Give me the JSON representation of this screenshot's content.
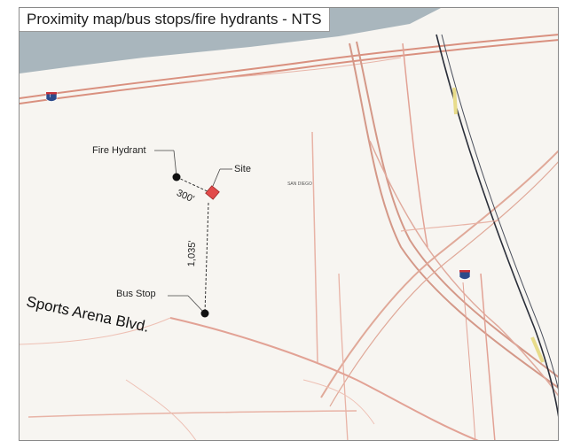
{
  "map": {
    "title": "Proximity map/bus stops/fire hydrants - NTS",
    "markers": {
      "hydrant_label": "Fire Hydrant",
      "site_label": "Site",
      "bus_stop_label": "Bus Stop"
    },
    "distances": {
      "hydrant_to_site": "300'",
      "bus_stop_to_site": "1,035'"
    },
    "street_label": "Sports Arena Blvd.",
    "place_label": "SAN DIEGO",
    "interstate_shield": "I",
    "colors": {
      "road": "#e2a295",
      "road_dark": "#c98478",
      "water": "#a9b6bd",
      "site_marker": "#e24a4a",
      "marker_dot": "#111111",
      "rail": "#2b2f3a",
      "highlight": "#e8dc8a"
    }
  }
}
